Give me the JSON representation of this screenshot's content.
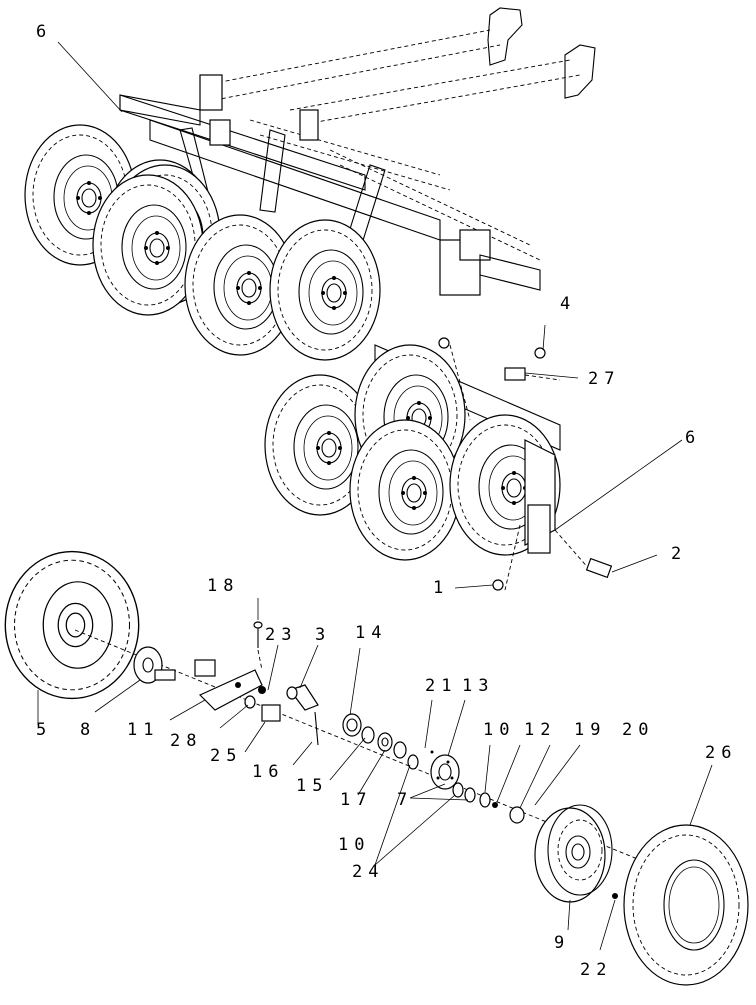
{
  "diagram": {
    "callouts": {
      "c6a": "6",
      "c4": "4",
      "c27": "27",
      "c6b": "6",
      "c2": "2",
      "c1": "1",
      "c18": "18",
      "c23": "23",
      "c3": "3",
      "c14": "14",
      "c21": "21",
      "c13": "13",
      "c10a": "10",
      "c12": "12",
      "c19": "19",
      "c20": "20",
      "c26": "26",
      "c5": "5",
      "c8": "8",
      "c11": "11",
      "c28": "28",
      "c25": "25",
      "c16": "16",
      "c15": "15",
      "c17": "17",
      "c7": "7",
      "c10b": "10",
      "c24": "24",
      "c9": "9",
      "c22": "22"
    }
  }
}
